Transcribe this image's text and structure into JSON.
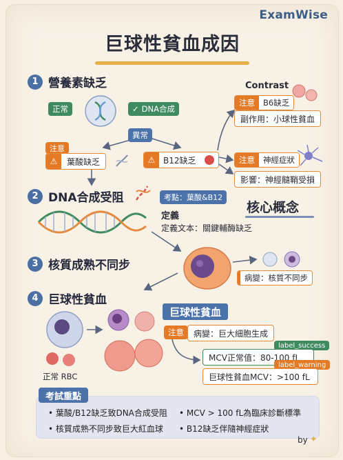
{
  "brand": "ExamWise",
  "title": "巨球性貧血成因",
  "steps": [
    {
      "num": "1",
      "label": "營養素缺乏"
    },
    {
      "num": "2",
      "label": "DNA合成受阻"
    },
    {
      "num": "3",
      "label": "核質成熟不同步"
    },
    {
      "num": "4",
      "label": "巨球性貧血"
    }
  ],
  "s1": {
    "normal": "正常",
    "dna_synthesis": "DNA合成",
    "abnormal": "異常",
    "attention": "注意",
    "folate": "葉酸缺乏",
    "b12": "B12缺乏",
    "contrast_title": "Contrast",
    "b6_tag": "注意",
    "b6": "B6缺乏",
    "side_effect": "副作用：小球性貧血",
    "neuro_tag": "注意",
    "neuro": "神經症狀",
    "impact": "影響：神經髓鞘受損"
  },
  "s2": {
    "exam_point": "考點：葉酸&B12",
    "def_label": "定義",
    "def_text": "定義文本：關鍵輔酶缺乏",
    "core": "核心概念"
  },
  "s3": {
    "lesion": "病變：核質不同步"
  },
  "s4": {
    "normal_rbc": "正常 RBC",
    "header": "巨球性貧血",
    "attention": "注意",
    "lesion": "病變：巨大細胞生成",
    "label_success": "label_success",
    "mcv_normal": "MCV正常值：80-100 fL",
    "label_warning": "label_warning",
    "mcv_anemia": "巨球性貧血MCV：>100 fL"
  },
  "summary": {
    "title": "考試重點",
    "items": [
      "葉酸/B12缺乏致DNA合成受阻",
      "MCV > 100 fL為臨床診斷標準",
      "核質成熟不同步致巨大紅血球",
      "B12缺乏伴隨神經症狀"
    ]
  },
  "footer_by": "by",
  "colors": {
    "accent_blue": "#4b6fa3",
    "orange": "#e47a26",
    "green": "#3f8a5f",
    "title_underline": "#e7b04a"
  }
}
